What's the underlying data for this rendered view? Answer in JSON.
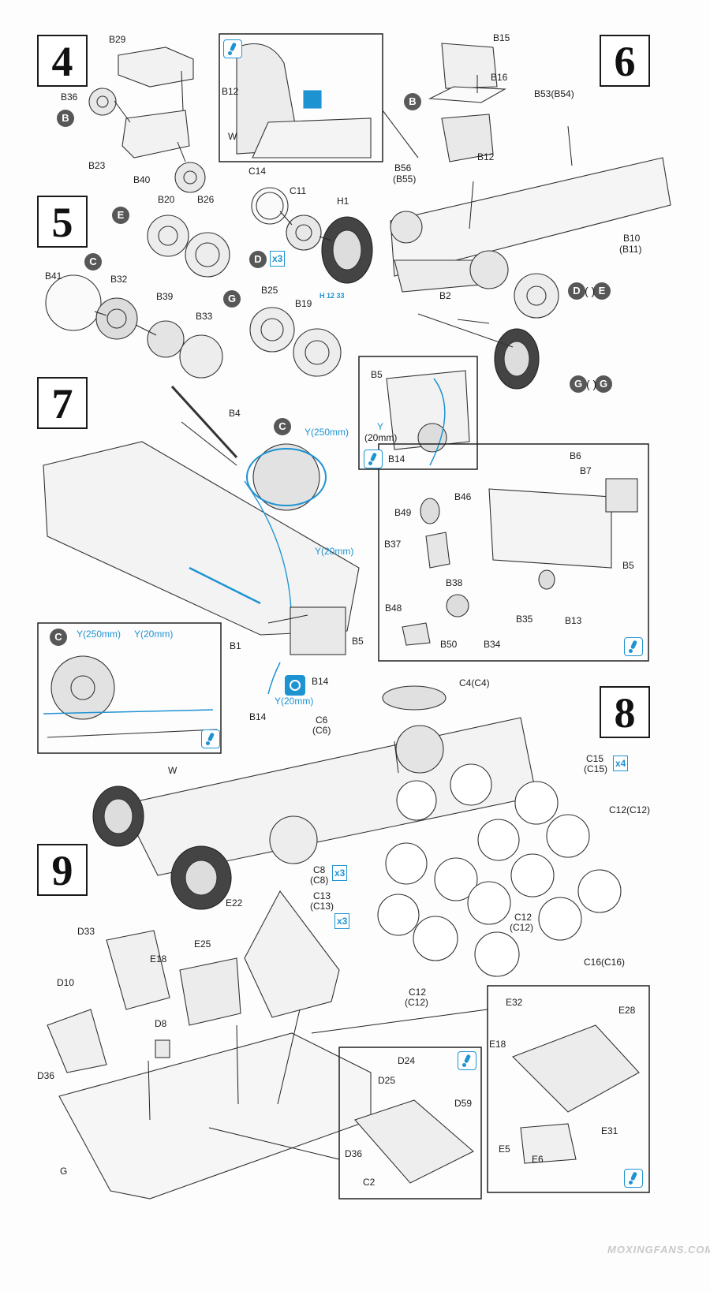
{
  "steps": [
    "4",
    "5",
    "6",
    "7",
    "8",
    "9"
  ],
  "markers": [
    "B",
    "E",
    "C",
    "D",
    "G",
    "D",
    "E",
    "G",
    "G",
    "C",
    "C"
  ],
  "quantities": [
    "x3",
    "x3",
    "x3",
    "x4"
  ],
  "subparts": [
    "( )",
    "( )"
  ],
  "labels": {
    "s4": [
      "B29",
      "B36",
      "B23",
      "B40",
      "B12",
      "W"
    ],
    "s5": [
      "C14",
      "C11",
      "H1",
      "B20",
      "B26",
      "B41",
      "B32",
      "B39",
      "B33",
      "B25",
      "B19"
    ],
    "s6": [
      "B15",
      "B16",
      "B53(B54)",
      "B12",
      "B56",
      "(B55)",
      "B10",
      "(B11)",
      "B2"
    ],
    "s7": [
      "B4",
      "Y(250mm)",
      "B5",
      "Y",
      "(20mm)",
      "B14",
      "Y(20mm)",
      "B5",
      "B1",
      "B14",
      "B14",
      "Y(20mm)",
      "Y(250mm)",
      "Y(20mm)",
      "B6",
      "B7",
      "B46",
      "B49",
      "B37",
      "B38",
      "B5",
      "B13",
      "B35",
      "B48",
      "B50",
      "B34"
    ],
    "s8": [
      "C4(C4)",
      "C6",
      "(C6)",
      "W",
      "C15",
      "(C15)",
      "C12(C12)",
      "C8",
      "(C8)",
      "C13",
      "(C13)",
      "C12",
      "(C12)",
      "C16(C16)",
      "C12",
      "(C12)"
    ],
    "s9": [
      "E22",
      "E25",
      "E18",
      "D33",
      "D10",
      "D8",
      "D36",
      "G",
      "E32",
      "E28",
      "E18",
      "E31",
      "E5",
      "E6",
      "D24",
      "D25",
      "D59",
      "D36",
      "C2"
    ]
  },
  "paint_codes": "H 12 33",
  "watermark": "MOXINGFANS.COM"
}
